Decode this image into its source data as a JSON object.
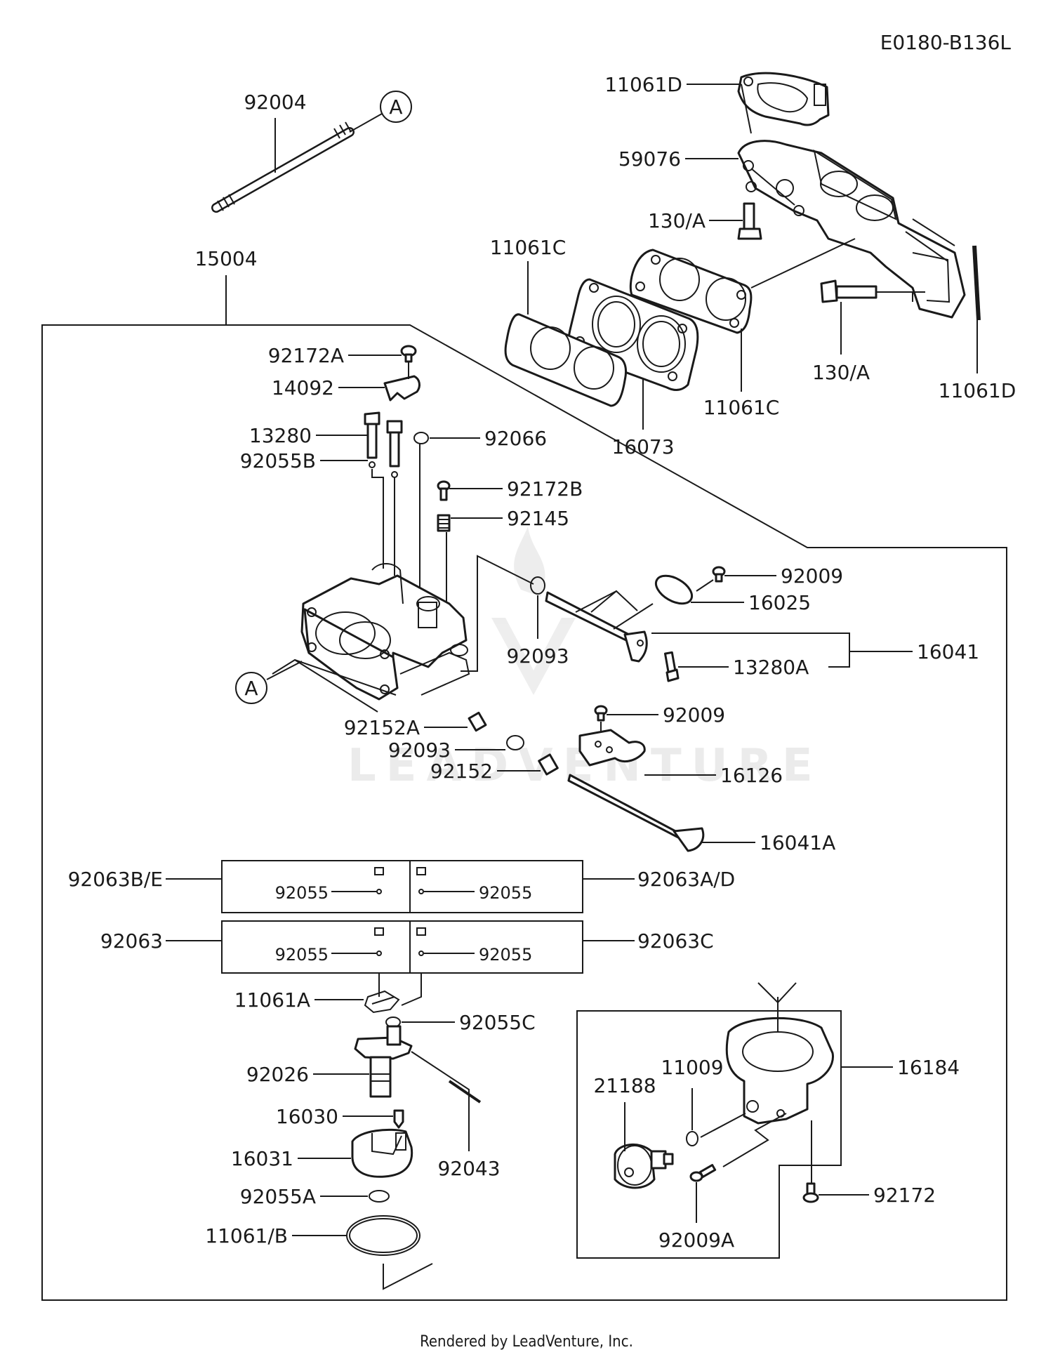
{
  "diagram_code": "E0180-B136L",
  "footer": "Rendered by LeadVenture, Inc.",
  "watermark": "LEADVENTURE",
  "callout_letter": "A",
  "labels": {
    "p92004": "92004",
    "p15004": "15004",
    "p11061D_top": "11061D",
    "p59076": "59076",
    "p130A_1": "130/A",
    "p130A_2": "130/A",
    "p11061C_1": "11061C",
    "p11061C_2": "11061C",
    "p16073": "16073",
    "p11061D_bot": "11061D",
    "p92172A": "92172A",
    "p14092": "14092",
    "p13280": "13280",
    "p92055B": "92055B",
    "p92066": "92066",
    "p92172B": "92172B",
    "p92145": "92145",
    "p92009_1": "92009",
    "p16025": "16025",
    "p92093_1": "92093",
    "p16041": "16041",
    "p13280A": "13280A",
    "p92009_2": "92009",
    "p92152A": "92152A",
    "p92093_2": "92093",
    "p92152": "92152",
    "p16126": "16126",
    "p16041A": "16041A",
    "p92063BE": "92063B/E",
    "p92055_1": "92055",
    "p92055_2": "92055",
    "p92063AD": "92063A/D",
    "p92063": "92063",
    "p92055_3": "92055",
    "p92055_4": "92055",
    "p92063C": "92063C",
    "p11061A": "11061A",
    "p92055C": "92055C",
    "p92026": "92026",
    "p16030": "16030",
    "p16031": "16031",
    "p92043": "92043",
    "p92055A": "92055A",
    "p11061B": "11061/B",
    "p11009": "11009",
    "p21188": "21188",
    "p16184": "16184",
    "p92172": "92172",
    "p92009A": "92009A"
  }
}
